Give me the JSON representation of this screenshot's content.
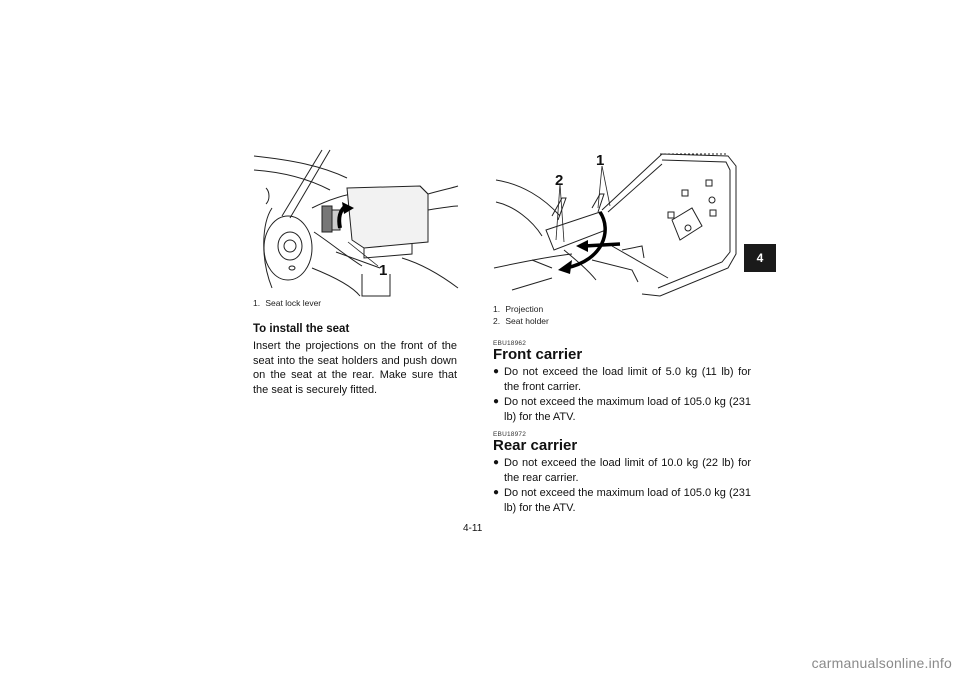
{
  "figure_left": {
    "callouts": [
      "1"
    ],
    "caption": [
      {
        "num": "1.",
        "text": "Seat lock lever"
      }
    ]
  },
  "figure_right": {
    "callouts": [
      "2",
      "1"
    ],
    "caption": [
      {
        "num": "1.",
        "text": "Projection"
      },
      {
        "num": "2.",
        "text": "Seat holder"
      }
    ]
  },
  "install": {
    "heading": "To install the seat",
    "body": "Insert the projections on the front of the seat into the seat holders and push down on the seat at the rear. Make sure that the seat is securely fitted."
  },
  "front_carrier": {
    "code": "EBU18962",
    "heading": "Front carrier",
    "bullets": [
      "Do not exceed the load limit of 5.0 kg (11 lb) for the front carrier.",
      "Do not exceed the maximum load of 105.0 kg (231 lb) for the ATV."
    ]
  },
  "rear_carrier": {
    "code": "EBU18972",
    "heading": "Rear carrier",
    "bullets": [
      "Do not exceed the load limit of 10.0 kg (22 lb) for the rear carrier.",
      "Do not exceed the maximum load of 105.0 kg (231 lb) for the ATV."
    ]
  },
  "bullet_glyph": "●",
  "chapter_tab": "4",
  "page_number": "4-11",
  "watermark": "carmanualsonline.info"
}
